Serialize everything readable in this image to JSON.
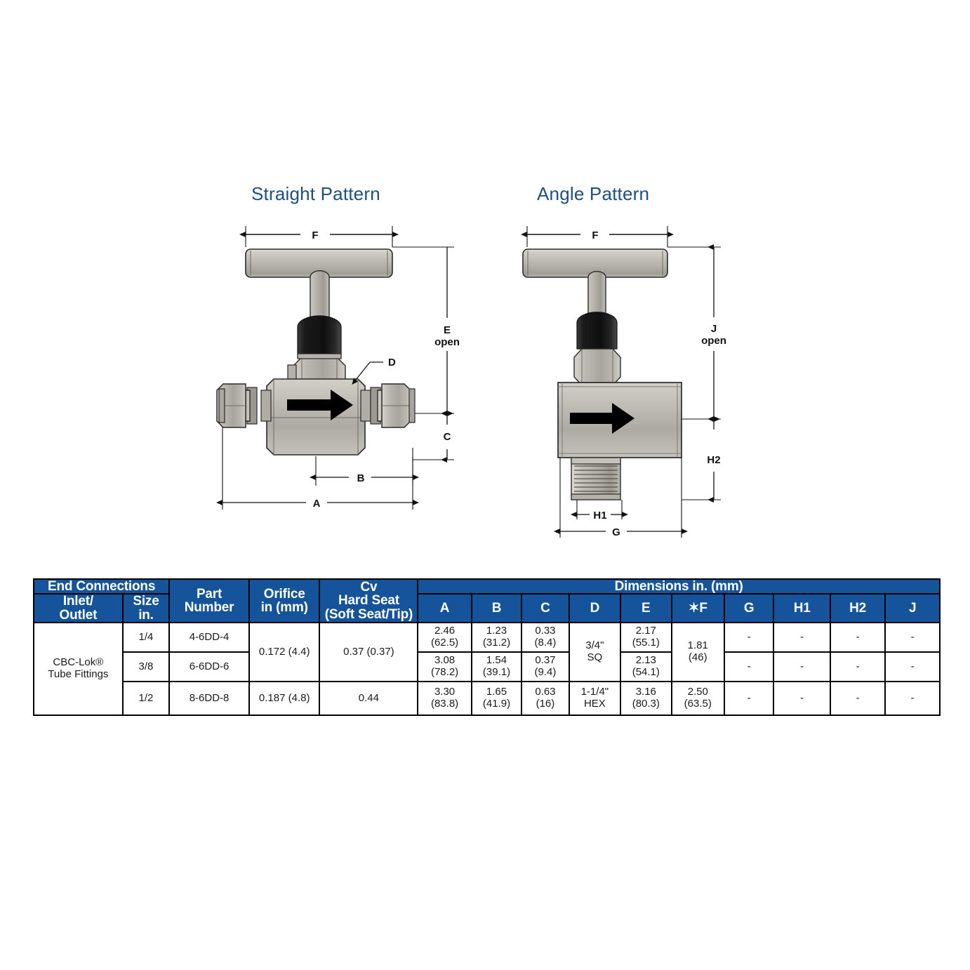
{
  "figures": {
    "straight": {
      "title": "Straight Pattern",
      "dimension_labels": {
        "f": "F",
        "e": "E",
        "e_sub": "open",
        "c": "C",
        "b": "B",
        "a": "A",
        "d": "D"
      }
    },
    "angle": {
      "title": "Angle Pattern",
      "dimension_labels": {
        "f": "F",
        "j": "J",
        "j_sub": "open",
        "h2": "H2",
        "h1": "H1",
        "g": "G"
      }
    }
  },
  "colors": {
    "header_blue": "#15539B",
    "title_blue": "#1d4f7f",
    "border": "#000000",
    "metal_light": "#cfcdc8",
    "metal_mid": "#a9a69f",
    "metal_dark": "#8b8881",
    "knob_black": "#1c1c1c"
  },
  "table": {
    "header": {
      "end_connections": "End Connections",
      "inlet_outlet": "Inlet/\nOutlet",
      "inlet_outlet_l1": "Inlet/",
      "inlet_outlet_l2": "Outlet",
      "size_l1": "Size",
      "size_l2": "in.",
      "part_l1": "Part",
      "part_l2": "Number",
      "orifice_l1": "Orifice",
      "orifice_l2": "in (mm)",
      "cv_l1": "Cv",
      "cv_l2": "Hard Seat",
      "cv_l3": "(Soft Seat/Tip)",
      "dimensions": "Dimensions in. (mm)",
      "cols": [
        "A",
        "B",
        "C",
        "D",
        "E",
        "★F",
        "G",
        "H1",
        "H2",
        "J"
      ],
      "col_f": "✶F"
    },
    "row_group_label_l1": "CBC-Lok®",
    "row_group_label_l2": "Tube Fittings",
    "rows": [
      {
        "size": "1/4",
        "part_number": "4-6DD-4",
        "orifice": "0.172 (4.4)",
        "cv": "0.37 (0.37)",
        "a_l1": "2.46",
        "a_l2": "(62.5)",
        "b_l1": "1.23",
        "b_l2": "(31.2)",
        "c_l1": "0.33",
        "c_l2": "(8.4)",
        "d_l1": "3/4\"",
        "d_l2": "SQ",
        "e_l1": "2.17",
        "e_l2": "(55.1)",
        "f_l1": "1.81",
        "f_l2": "(46)",
        "g": "-",
        "h1": "-",
        "h2": "-",
        "j": "-"
      },
      {
        "size": "3/8",
        "part_number": "6-6DD-6",
        "a_l1": "3.08",
        "a_l2": "(78.2)",
        "b_l1": "1.54",
        "b_l2": "(39.1)",
        "c_l1": "0.37",
        "c_l2": "(9.4)",
        "e_l1": "2.13",
        "e_l2": "(54.1)",
        "g": "-",
        "h1": "-",
        "h2": "-",
        "j": "-"
      },
      {
        "size": "1/2",
        "part_number": "8-6DD-8",
        "orifice": "0.187 (4.8)",
        "cv": "0.44",
        "a_l1": "3.30",
        "a_l2": "(83.8)",
        "b_l1": "1.65",
        "b_l2": "(41.9)",
        "c_l1": "0.63",
        "c_l2": "(16)",
        "d_l1": "1-1/4\"",
        "d_l2": "HEX",
        "e_l1": "3.16",
        "e_l2": "(80.3)",
        "f_l1": "2.50",
        "f_l2": "(63.5)",
        "g": "-",
        "h1": "-",
        "h2": "-",
        "j": "-"
      }
    ]
  }
}
